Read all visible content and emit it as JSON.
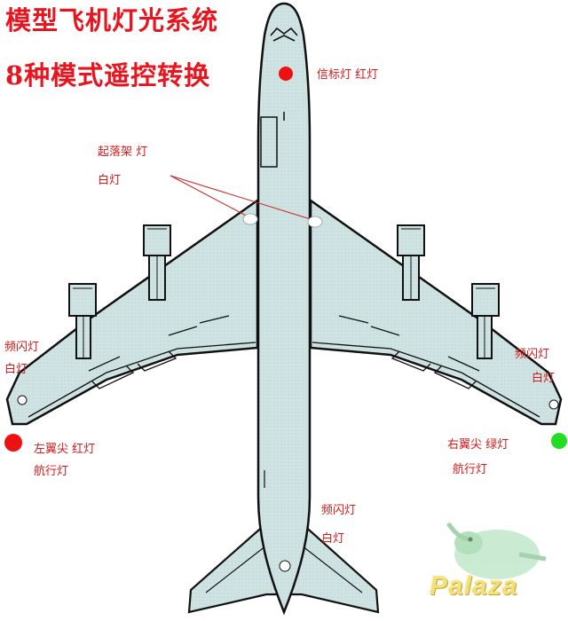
{
  "title": {
    "line1": "模型飞机灯光系统",
    "line2": "8种模式遥控转换"
  },
  "labels": {
    "beacon": "信标灯  红灯",
    "landing_1": "起落架  灯",
    "landing_2": "白灯",
    "strobe_left_1": "频闪灯",
    "strobe_left_2": "白灯",
    "strobe_right_1": "频闪灯",
    "strobe_right_2": "白灯",
    "nav_left_1": "左翼尖  红灯",
    "nav_left_2": "航行灯",
    "nav_right_1": "右翼尖  绿灯",
    "nav_right_2": "航行灯",
    "strobe_tail_1": "频闪灯",
    "strobe_tail_2": "白灯"
  },
  "colors": {
    "airframe": "#cfe3e3",
    "outline": "#111111",
    "label_text": "#d61a1a",
    "red_light": "#ee1111",
    "green_light": "#22dd22",
    "white_light": "#ffffff"
  },
  "watermark": {
    "text": "Palaza",
    "icon": "dinosaur-mascot-icon"
  }
}
